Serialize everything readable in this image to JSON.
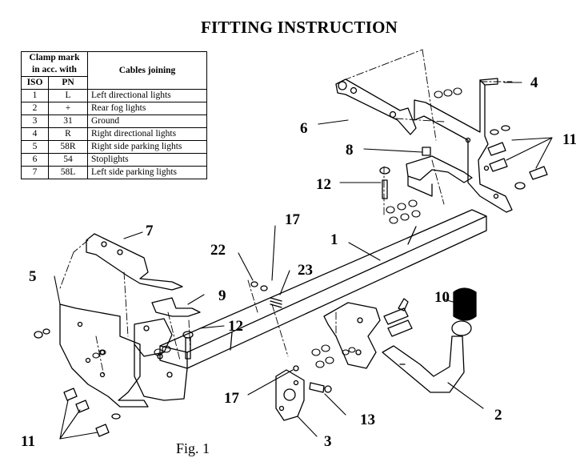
{
  "title": "FITTING INSTRUCTION",
  "table": {
    "header_clamp": "Clamp mark in acc. with",
    "header_cables": "Cables joining",
    "header_iso": "ISO",
    "header_pn": "PN",
    "rows": [
      {
        "iso": "1",
        "pn": "L",
        "desc": "Left directional lights"
      },
      {
        "iso": "2",
        "pn": "+",
        "desc": "Rear fog lights"
      },
      {
        "iso": "3",
        "pn": "31",
        "desc": "Ground"
      },
      {
        "iso": "4",
        "pn": "R",
        "desc": "Right directional lights"
      },
      {
        "iso": "5",
        "pn": "58R",
        "desc": "Right side parking lights"
      },
      {
        "iso": "6",
        "pn": "54",
        "desc": "Stoplights"
      },
      {
        "iso": "7",
        "pn": "58L",
        "desc": "Left side parking lights"
      }
    ]
  },
  "part_labels": {
    "p1": "1",
    "p2": "2",
    "p3": "3",
    "p4": "4",
    "p5": "5",
    "p6": "6",
    "p7": "7",
    "p8": "8",
    "p9": "9",
    "p10": "10",
    "p11a": "11",
    "p11b": "11",
    "p12a": "12",
    "p12b": "12",
    "p13": "13",
    "p17a": "17",
    "p17b": "17",
    "p22": "22",
    "p23": "23"
  },
  "figure_caption": "Fig. 1"
}
